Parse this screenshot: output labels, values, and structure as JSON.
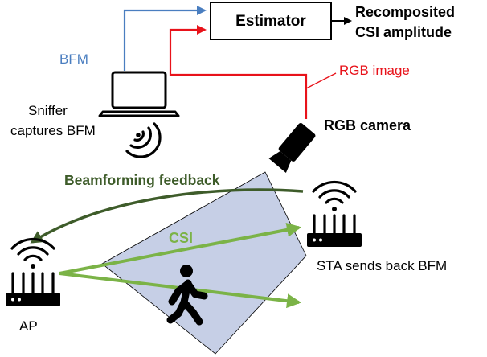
{
  "labels": {
    "estimator": "Estimator",
    "output_line1": "Recomposited",
    "output_line2": "CSI amplitude",
    "bfm": "BFM",
    "rgb_image": "RGB image",
    "sniffer_line1": "Sniffer",
    "sniffer_line2": "captures BFM",
    "rgb_camera": "RGB camera",
    "beamforming_feedback": "Beamforming feedback",
    "csi": "CSI",
    "sta": "STA sends back BFM",
    "ap": "AP"
  },
  "colors": {
    "bfm_blue": "#4a7ec0",
    "rgb_red": "#e8121a",
    "feedback_dark_green": "#3e5c2a",
    "csi_green": "#7bb347",
    "fov_fill": "#c6cfe6",
    "black": "#000000"
  },
  "icons": [
    "laptop-icon",
    "wifi-signal-icon",
    "camera-icon",
    "router-icon",
    "walking-person-icon"
  ]
}
